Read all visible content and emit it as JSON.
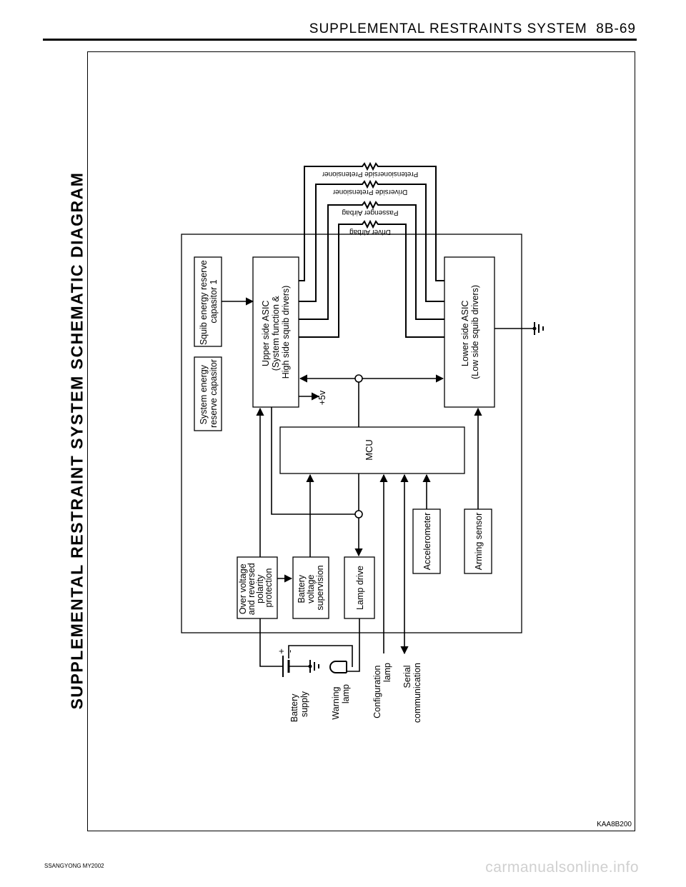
{
  "header": {
    "section_title": "SUPPLEMENTAL RESTRAINTS SYSTEM",
    "page_number": "8B-69"
  },
  "diagram_title": "SUPPLEMENTAL  RESTRAINT  SYSTEM  SCHEMATIC  DIAGRAM",
  "figure_id": "KAA8B200",
  "footer": {
    "publisher": "SSANGYONG  MY2002",
    "watermark": "carmanualsonline.info"
  },
  "blocks": {
    "squib_cap": [
      "Squib energy reserve",
      "capasitor 1"
    ],
    "system_cap": [
      "System energy",
      "reserve capasitor"
    ],
    "upper_asic": [
      "Upper side ASIC",
      "(System function &",
      "High side squib drivers)"
    ],
    "lower_asic": [
      "Lower side ASIC",
      "(Low side squib drivers)"
    ],
    "mcu": [
      "MCU"
    ],
    "over_voltage": [
      "Over voltage",
      "and reversed",
      "polarity",
      "protection"
    ],
    "battery_supervision": [
      "Battery",
      "voltage",
      "supervision"
    ],
    "lamp_drive": [
      "Lamp drive"
    ],
    "accelerometer": [
      "Accelerometer"
    ],
    "arming_sensor": [
      "Arming sensor"
    ]
  },
  "labels": {
    "plus5v": "+5v",
    "battery_plus": "+",
    "battery_minus": "-",
    "battery_supply": [
      "Battery",
      "supply"
    ],
    "warning_lamp": [
      "Warning",
      "lamp"
    ],
    "configuration_lamp": [
      "Configuration",
      "lamp"
    ],
    "serial_communication": [
      "Serial",
      "communication"
    ]
  },
  "squibs": {
    "driver_airbag": "Driver Airbag",
    "passenger_airbag": "Passenger Airbag",
    "driverside_pretensioner": "Driverside Pretensioner",
    "pretensioner_side": "Pretensionerside Pretensioner"
  }
}
